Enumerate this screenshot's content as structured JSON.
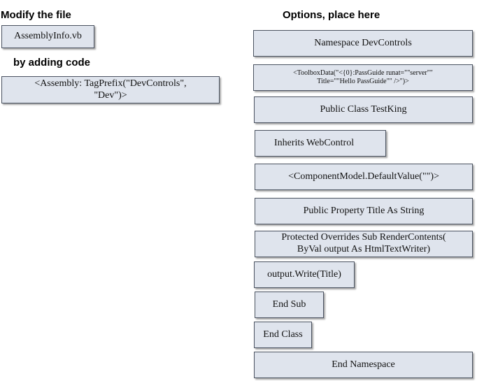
{
  "left": {
    "heading_modify": "Modify the file",
    "file_name": "AssemblyInfo.vb",
    "heading_adding": "by adding code",
    "code_line1": "<Assembly: TagPrefix(\"DevControls\",",
    "code_line2": "\"Dev\")>"
  },
  "right": {
    "heading_options": "Options, place here",
    "options": [
      {
        "line1": "Namespace DevControls"
      },
      {
        "line1": "<ToolboxData(\"<{0}:PassGuide runat=\"\"server\"\"",
        "line2": "Title=\"\"Hello PassGuide\"\" />\")>"
      },
      {
        "line1": "Public Class TestKing"
      },
      {
        "line1": "Inherits WebControl"
      },
      {
        "line1": "<ComponentModel.DefaultValue(\"\")>"
      },
      {
        "line1": "Public Property Title As String"
      },
      {
        "line1": "Protected Overrides Sub RenderContents(",
        "line2": "ByVal output As HtmlTextWriter)"
      },
      {
        "line1": "output.Write(Title)"
      },
      {
        "line1": "End Sub"
      },
      {
        "line1": "End Class"
      },
      {
        "line1": "End Namespace"
      }
    ]
  }
}
